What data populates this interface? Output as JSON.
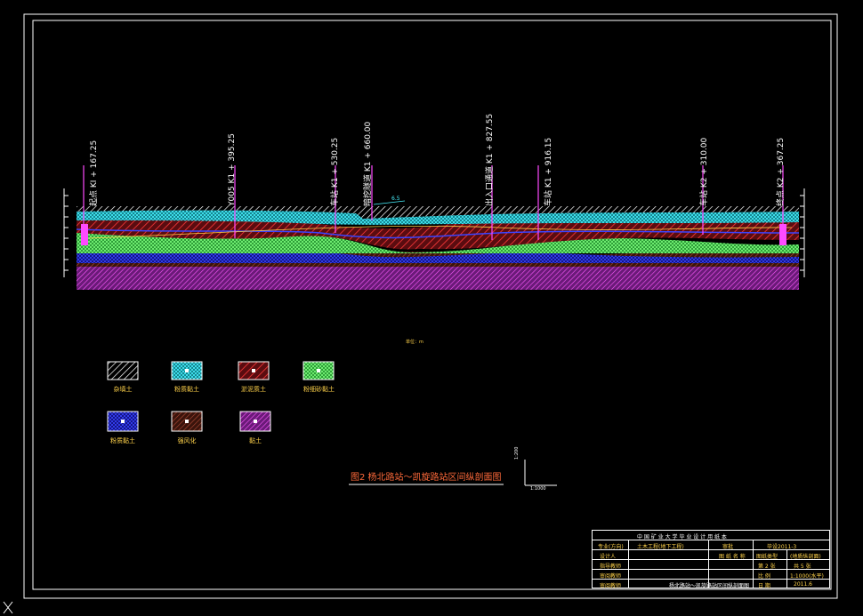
{
  "drawing": {
    "scale_note": "单位：m",
    "stations": [
      {
        "label": "起点 KI + 167.25"
      },
      {
        "label": "Y005 K1 + 395.25"
      },
      {
        "label": "车站 K1 + 530.25"
      },
      {
        "label": "暗挖隧道 K1 + 660.00"
      },
      {
        "label": "出入口通道 K1 + 827.55"
      },
      {
        "label": "车站 K1 + 916.15"
      },
      {
        "label": "车站 K2 + 310.00"
      },
      {
        "label": "终点 K2 + 367.25"
      }
    ],
    "slope_mark": "6.5"
  },
  "legend": [
    {
      "label": "杂填土",
      "color": "#ffffff"
    },
    {
      "label": "粉质黏土",
      "color": "#39e6ff"
    },
    {
      "label": "淤泥质土",
      "color": "#ff3a3a"
    },
    {
      "label": "粉细砂黏土",
      "color": "#55ff55"
    },
    {
      "label": "粉质黏土",
      "color": "#2d34ff"
    },
    {
      "label": "强风化",
      "color": "#a0522d"
    },
    {
      "label": "黏土",
      "color": "#ff4aff"
    }
  ],
  "title": "图2   杨北路站～凯旋路站区间纵剖面图",
  "axis": {
    "v": "1:200",
    "h": "1:1000"
  },
  "title_block": {
    "school": "中 国 矿 业 大 学   毕 业 设 计 用 纸 本",
    "major_label": "专业(方向)",
    "major_value": "土木工程(地下工程)",
    "review_label": "审批",
    "drawing_no": "毕设2011-3",
    "designer_label": "设计人",
    "drawing_name_label": "图 纸 名 称",
    "drawing_type_label": "图纸类型",
    "drawing_type_value": "(地质纵剖面)",
    "guide_label": "指导教师",
    "sheet_label": "第 2 张",
    "total_label": "共 5 张",
    "reviewer_label": "审阅教师",
    "scale_label": "比 例",
    "scale_value": "1:1000(水平)",
    "review2_label": "审阅教师",
    "date_label": "日 期",
    "date_value": "2011.6",
    "name_value": "杨北路站～凯旋路站区间纵剖面图"
  }
}
